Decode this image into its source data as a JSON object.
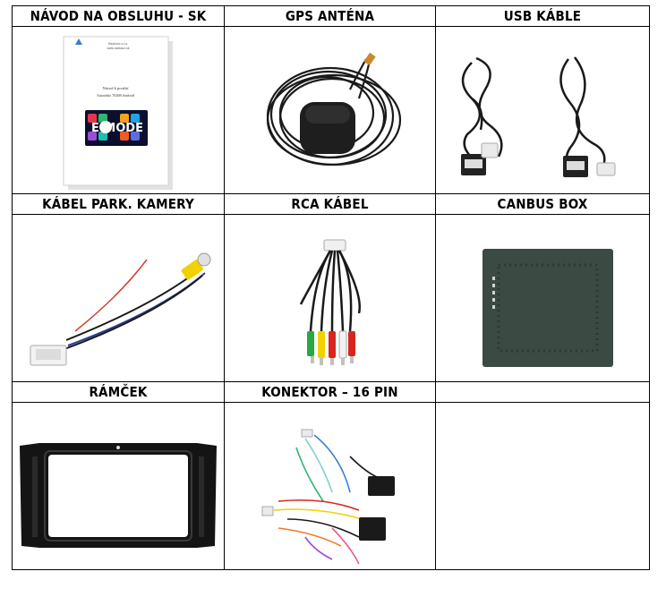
{
  "table": {
    "headers": [
      "NÁVOD NA OBSLUHU - SK",
      "GPS ANTÉNA",
      "USB KÁBLE",
      "KÁBEL PARK. KAMERY",
      "RCA KÁBEL",
      "CANBUS BOX",
      "RÁMČEK",
      "KONEKTOR – 16 PIN",
      ""
    ]
  },
  "manual": {
    "header_line1": "Radiolux s.r.o.",
    "header_line2": "www.radiolux.sk",
    "title": "Návod k použití",
    "subtitle": "Autorádio 7026B Android",
    "logo": "E-MODE"
  },
  "colors": {
    "border": "#000000",
    "text": "#000000",
    "cable": "#1a1a1a",
    "rca_yellow": "#f2d100",
    "rca_red": "#d6261f",
    "rca_green": "#27a844",
    "canbus_box": "#3b4a43",
    "frame": "#141414"
  },
  "icons": [
    "manual-thumbnail",
    "gps-antenna-photo",
    "usb-cables-photo",
    "camera-cable-photo",
    "rca-cable-photo",
    "canbus-box-photo",
    "frame-photo",
    "connector-harness-photo"
  ]
}
